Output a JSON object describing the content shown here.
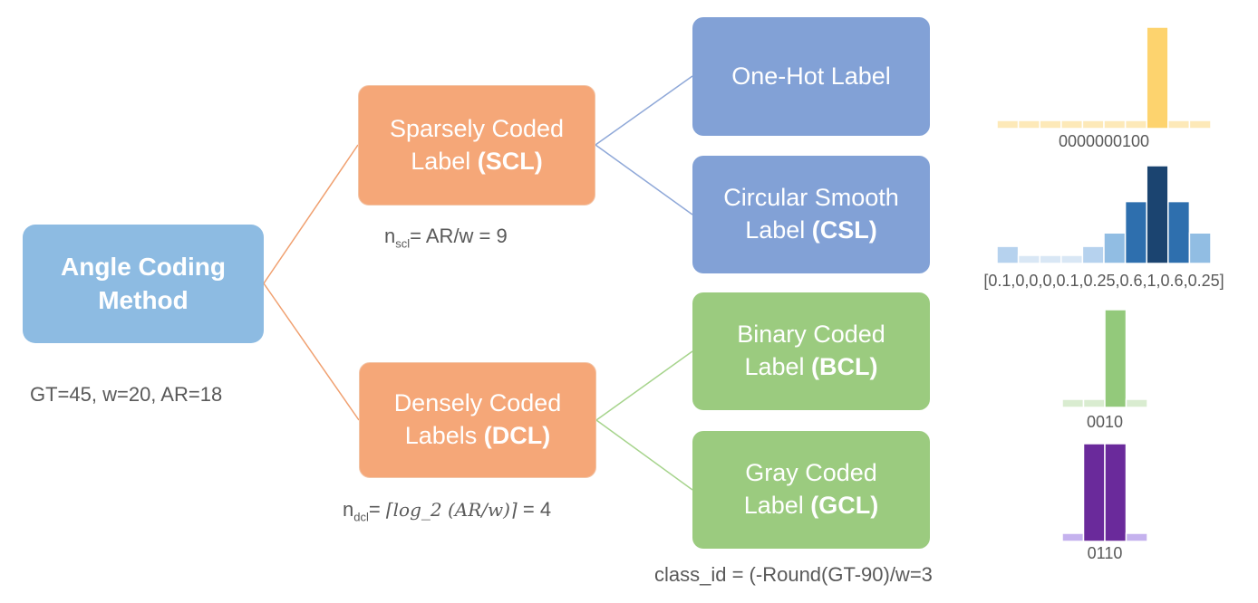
{
  "root": {
    "line1": "Angle Coding",
    "line2": "Method"
  },
  "params": "GT=45, w=20, AR=18",
  "scl": {
    "line1": "Sparsely Coded",
    "line2_text": "Label ",
    "abbr": "(SCL)",
    "formula_n": "n",
    "formula_sub": "scl",
    "formula_rest": "= AR/w = 9"
  },
  "dcl": {
    "line1": "Densely Coded",
    "line2_text": "Labels ",
    "abbr": "(DCL)",
    "formula_n": "n",
    "formula_sub": "dcl",
    "formula_eq": "= ",
    "formula_math": "⌈log_2 (AR/w)⌉",
    "formula_tail": " = 4"
  },
  "leaves": {
    "onehot": {
      "line1": "One-Hot Label"
    },
    "csl": {
      "line1": "Circular Smooth",
      "line2_text": "Label ",
      "abbr": "(CSL)"
    },
    "bcl": {
      "line1": "Binary Coded",
      "line2_text": "Label ",
      "abbr": "(BCL)"
    },
    "gcl": {
      "line1": "Gray Coded",
      "line2_text": "Label ",
      "abbr": "(GCL)"
    }
  },
  "class_id": "class_id = (-Round(GT-90)/w=3",
  "colors": {
    "root": "#8dbbe2",
    "mid": "#f5a778",
    "blue_leaf": "#82a1d6",
    "green_leaf": "#9bcb7f",
    "connector_orange": "#f0a070",
    "connector_blue": "#8fa8d8",
    "connector_green": "#a6d48c"
  },
  "encodings": [
    {
      "name": "onehot",
      "caption": "0000000100",
      "values": [
        0,
        0,
        0,
        0,
        0,
        0,
        0,
        1,
        0,
        0
      ],
      "bar_colors": [
        "#fde9b8",
        "#fde9b8",
        "#fde9b8",
        "#fde9b8",
        "#fde9b8",
        "#fde9b8",
        "#fde9b8",
        "#fdd36e",
        "#fde9b8",
        "#fde9b8"
      ]
    },
    {
      "name": "csl",
      "caption": "[0.1,0,0,0,0.1,0.25,0.6,1,0.6,0.25]",
      "values": [
        0.1,
        0,
        0,
        0,
        0.1,
        0.25,
        0.6,
        1,
        0.6,
        0.25
      ],
      "bar_colors": [
        "#b6d2ee",
        "#d9e7f5",
        "#d9e7f5",
        "#d9e7f5",
        "#b6d2ee",
        "#91bde3",
        "#2e6fae",
        "#1b4470",
        "#2e6fae",
        "#91bde3"
      ]
    },
    {
      "name": "bcl",
      "caption": "0010",
      "values": [
        0,
        0,
        1,
        0
      ],
      "bar_colors": [
        "#d9ecd0",
        "#d9ecd0",
        "#93c97b",
        "#d9ecd0"
      ]
    },
    {
      "name": "gcl",
      "caption": "0110",
      "values": [
        0,
        1,
        1,
        0
      ],
      "bar_colors": [
        "#c5b2ee",
        "#6a2a9b",
        "#6a2a9b",
        "#c5b2ee"
      ]
    }
  ]
}
